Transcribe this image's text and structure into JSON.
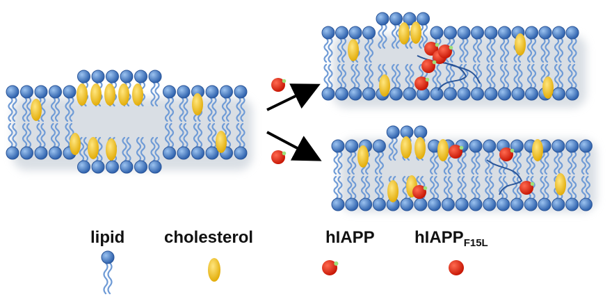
{
  "legend": {
    "lipid": "lipid",
    "cholesterol": "cholesterol",
    "hiapp": "hIAPP",
    "hiapp_f15l_base": "hIAPP",
    "hiapp_f15l_sub": "F15L"
  },
  "colors": {
    "lipid_head": "#3f78c4",
    "lipid_tail": "#6f9bd6",
    "cholesterol": "#f2c200",
    "hiapp": "#e8230f",
    "hiapp_tag": "#9ee07a",
    "arrow": "#000000",
    "shadow": "#cfd6de"
  }
}
